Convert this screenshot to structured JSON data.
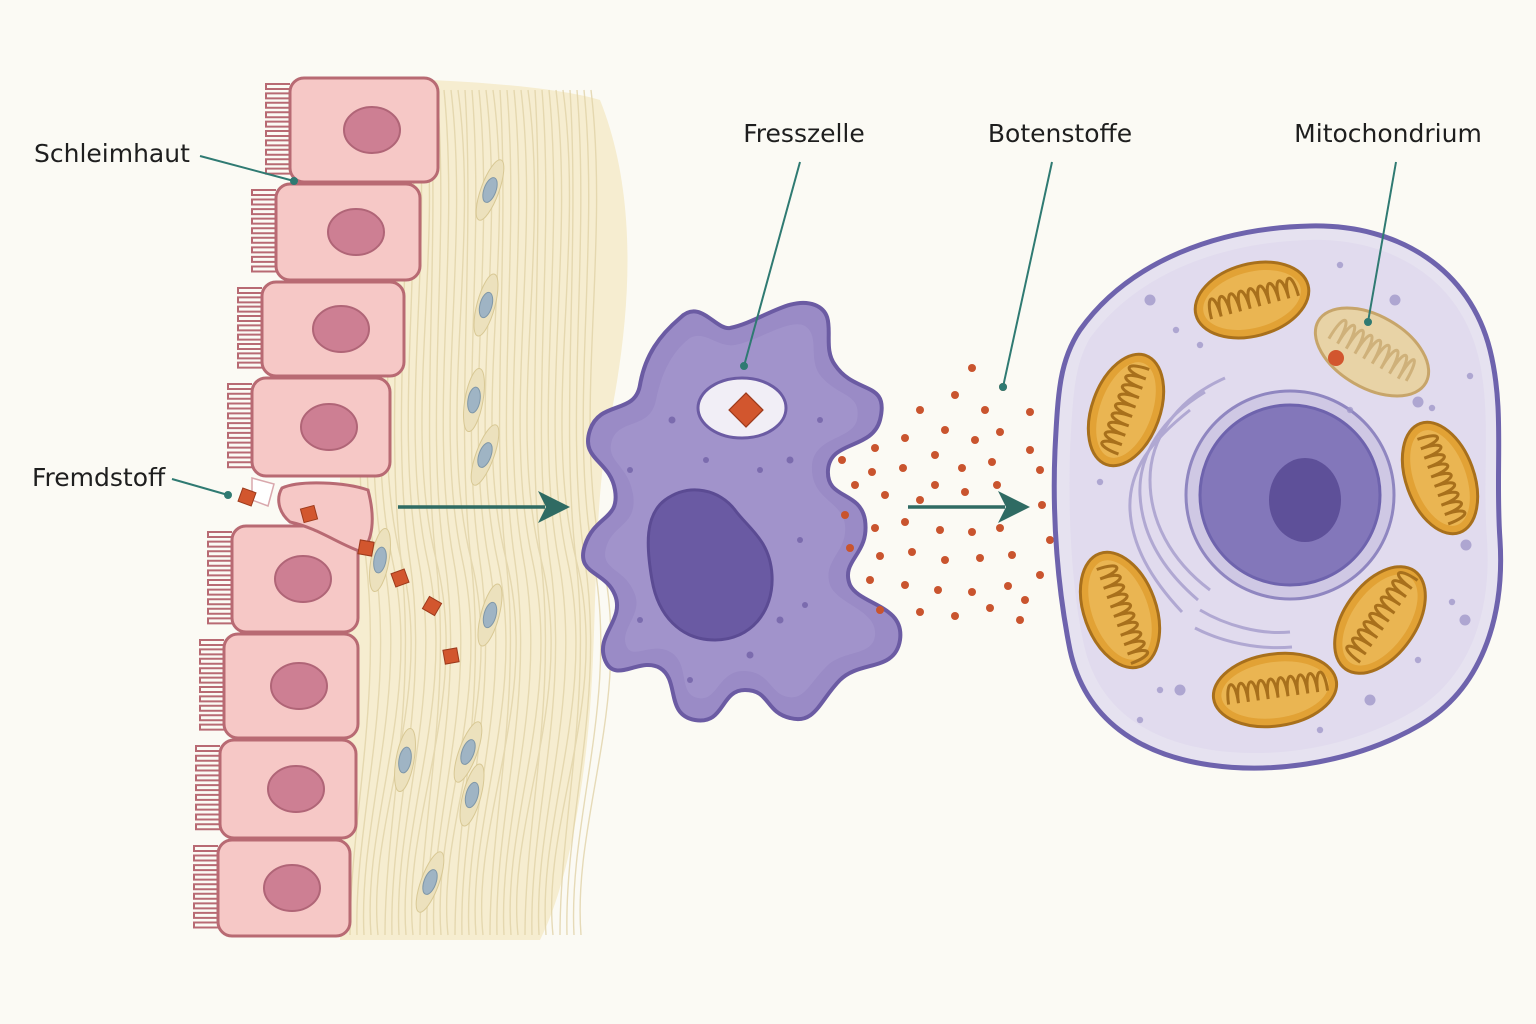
{
  "labels": {
    "mucosa": "Schleimhaut",
    "foreign_substance": "Fremdstoff",
    "phagocyte": "Fresszelle",
    "messengers": "Botenstoffe",
    "mitochondrion": "Mitochondrium"
  },
  "colors": {
    "background": "#fbfaf4",
    "epithelium_fill": "#f6c8c6",
    "epithelium_stroke": "#b86a73",
    "epithelium_nucleus": "#cd7f93",
    "connective_tissue": "#f5eccd",
    "fibroblast": "#9fb4c4",
    "foreign_particle": "#d2562e",
    "phagocyte_fill": "#9a8bc6",
    "phagocyte_stroke": "#6b5ba3",
    "phagocyte_nucleus": "#6a5aa3",
    "messenger_dots": "#c9542e",
    "target_cell_fill": "#e6e2f0",
    "target_cell_stroke": "#6e63ad",
    "target_nucleus": "#8377ba",
    "mitochondrion_fill": "#e2a235",
    "mitochondrion_inactive": "#e8d3a6",
    "arrow": "#2f6b63",
    "leader_line": "#2f7a72"
  },
  "icons": {
    "arrow_1": "arrow-right-icon",
    "arrow_2": "arrow-right-icon"
  }
}
